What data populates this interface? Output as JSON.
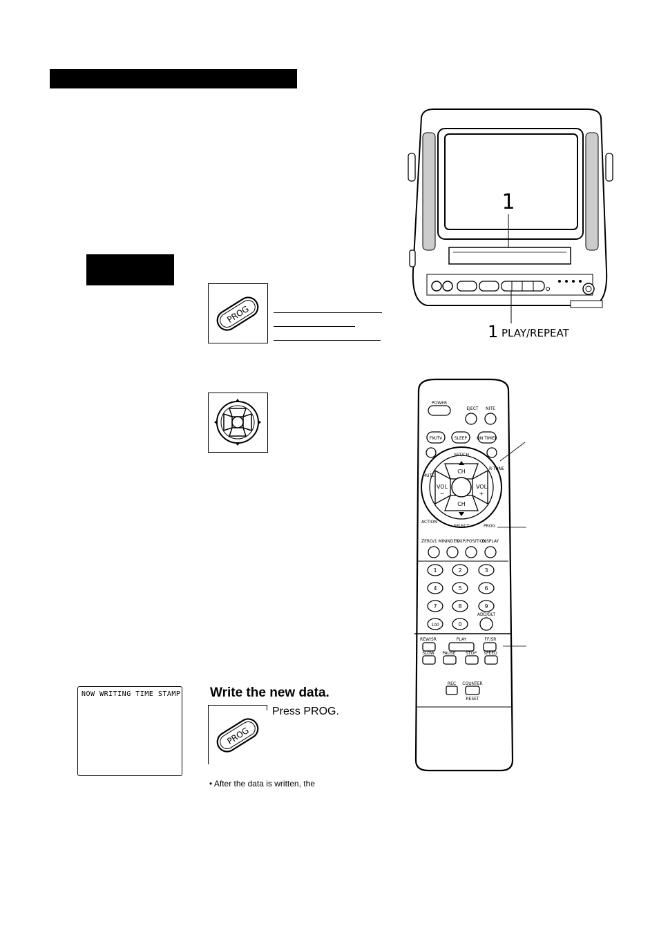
{
  "tv": {
    "callout_number": "1",
    "bottom_callout_number": "1",
    "bottom_callout_label": "PLAY/REPEAT"
  },
  "remote": {
    "top_buttons": [
      "POWER",
      "EJECT",
      "NITE"
    ],
    "row2_buttons": [
      "FM/TV",
      "SLEEP",
      "ON TIMER"
    ],
    "ring_labels": {
      "top": "SET/CH",
      "left": "MUTE",
      "right": "R-TUNE",
      "lower_left": "ACTION",
      "lower_right": "PROG",
      "bottom": "SELECT"
    },
    "dpad_labels": {
      "up": "CH",
      "down": "CH",
      "left": "VOL",
      "right": "VOL",
      "minus": "−",
      "plus": "+"
    },
    "function_labels": [
      "ZERO/1 MIN",
      "INDEX",
      "SKIP/POSITION",
      "DISPLAY"
    ],
    "keypad": [
      "1",
      "2",
      "3",
      "4",
      "5",
      "6",
      "7",
      "8",
      "9",
      "100",
      "0"
    ],
    "keypad_side_label": "ADD/DLT",
    "transport_labels": [
      "REW/SR",
      "PLAY",
      "FF/SR"
    ],
    "transport2_labels": [
      "SLOW",
      "PAUSE",
      "STOP",
      "SPEED"
    ],
    "bottom_labels": [
      "REC",
      "COUNTER",
      "RESET"
    ]
  },
  "step_write": {
    "heading": "Write the new data.",
    "instruction": "Press PROG.",
    "note": "• After the data is written, the"
  },
  "osd": {
    "message": "NOW WRITING TIME STAMP"
  },
  "buttons": {
    "prog_label": "PROG"
  }
}
